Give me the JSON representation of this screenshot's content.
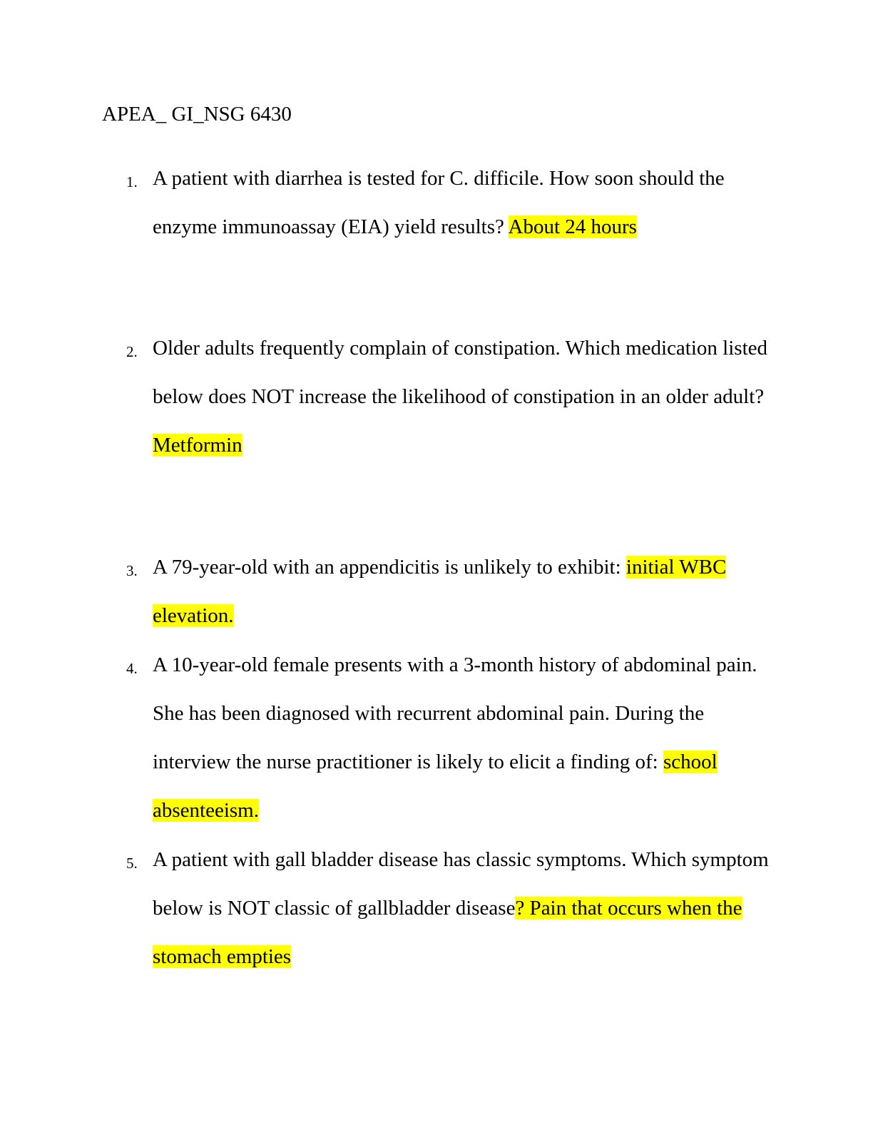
{
  "document": {
    "title": "APEA_ GI_NSG 6430",
    "highlight_color": "#ffff00",
    "questions": [
      {
        "number": "1.",
        "text": "A patient with diarrhea is tested for C. difficile. How soon should the enzyme immunoassay (EIA) yield results? ",
        "answer": "About 24 hours"
      },
      {
        "number": "2.",
        "text": "Older adults frequently complain of constipation. Which medication listed below does NOT increase the likelihood of constipation in an older adult? ",
        "answer": "Metformin"
      },
      {
        "number": "3.",
        "text": "A 79-year-old with an appendicitis is unlikely to exhibit: ",
        "answer": "initial WBC elevation."
      },
      {
        "number": "4.",
        "text": "A 10-year-old female presents with a 3-month history of abdominal pain. She has been diagnosed with recurrent abdominal pain. During the interview the nurse practitioner is likely to elicit a finding of: ",
        "answer": "school absenteeism."
      },
      {
        "number": "5.",
        "text": "A patient with gall bladder disease has classic symptoms. Which symptom below is NOT classic of gallbladder disease",
        "answer": "? Pain that occurs when the stomach empties"
      }
    ]
  }
}
